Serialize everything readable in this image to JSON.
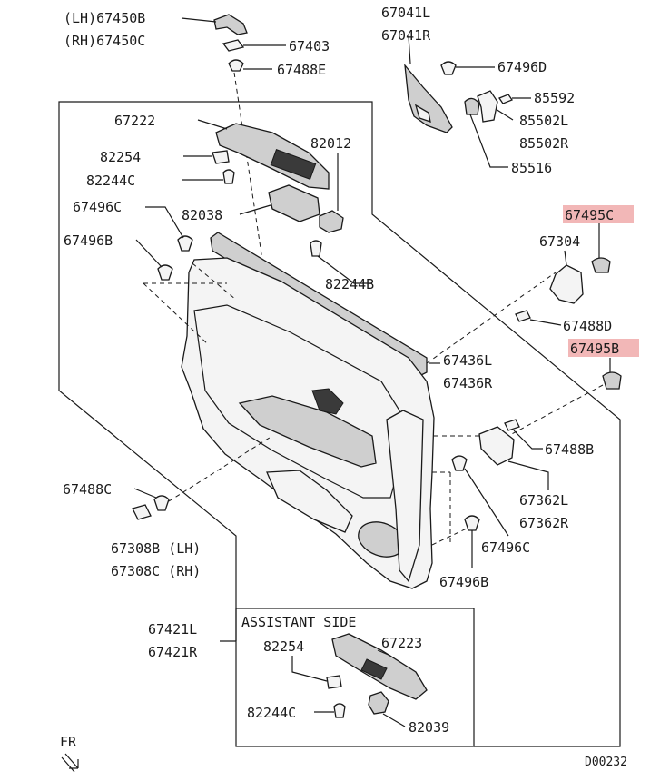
{
  "labels": {
    "p67450b": "(LH)67450B",
    "p67450c": "(RH)67450C",
    "p67403": "67403",
    "p67488e": "67488E",
    "p67041l": "67041L",
    "p67041r": "67041R",
    "p67496d": "67496D",
    "p85592": "85592",
    "p85502l": "85502L",
    "p85502r": "85502R",
    "p85516": "85516",
    "p67222": "67222",
    "p82254a": "82254",
    "p82244ca": "82244C",
    "p82012": "82012",
    "p82038": "82038",
    "p67496ca": "67496C",
    "p67496ba": "67496B",
    "p82244b": "82244B",
    "p67495c": "67495C",
    "p67304": "67304",
    "p67488d": "67488D",
    "p67495b": "67495B",
    "p67436l": "67436L",
    "p67436r": "67436R",
    "p67488b": "67488B",
    "p67362l": "67362L",
    "p67362r": "67362R",
    "p67488c": "67488C",
    "p67496cb": "67496C",
    "p67496bb": "67496B",
    "p67308b": "67308B (LH)",
    "p67308c": "67308C (RH)",
    "p67421l": "67421L",
    "p67421r": "67421R",
    "assistant_side": "ASSISTANT SIDE",
    "p82254b": "82254",
    "p67223": "67223",
    "p82244cb": "82244C",
    "p82039": "82039",
    "fr": "FR",
    "code": "D00232"
  },
  "highlight_color": "#f2b7b7"
}
